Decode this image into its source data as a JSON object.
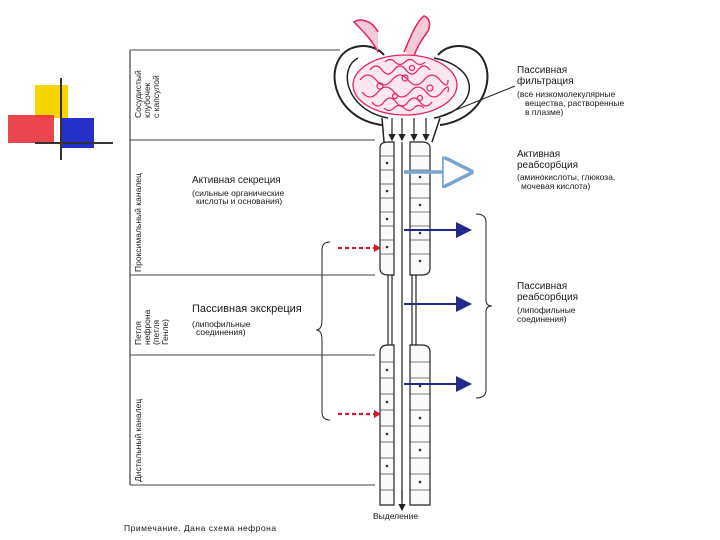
{
  "section_labels": {
    "glomerulus": [
      "Сосудистый",
      "клубочек",
      "с капсулой"
    ],
    "proximal": "Проксимальный каналец",
    "loop": [
      "Петля",
      "нефрона",
      "(петля",
      "Генле)"
    ],
    "distal": "Дистальный каналец"
  },
  "annotations": {
    "passive_filtration": {
      "title": [
        "Пассивная",
        "фильтрация"
      ],
      "detail": [
        "(все низкомолекулярные",
        "вещества, растворенные",
        "в плазме)"
      ]
    },
    "active_reabsorption": {
      "title": [
        "Активная",
        "реабсорбция"
      ],
      "detail": [
        "(аминокислоты, глюкоза,",
        "мочевая кислота)"
      ]
    },
    "active_secretion": {
      "title": "Активная секреция",
      "detail": [
        "(сильные органические",
        "кислоты и основания)"
      ]
    },
    "passive_reabsorption": {
      "title": [
        "Пассивная",
        "реабсорбция"
      ],
      "detail": [
        "(липофильные",
        "соединения)"
      ]
    },
    "passive_excretion": {
      "title": "Пассивная экскреция",
      "detail": [
        "(липофильные",
        "соединения)"
      ]
    }
  },
  "excretion_label": "Выделение",
  "note": "Примечание. Дана схема нефрона",
  "colors": {
    "vessel_red": "#e0245e",
    "blue_arrow": "#1f2a8c",
    "light_blue_arrow": "#8fb6e0",
    "red_dashed": "#cc1a2e",
    "deco_yellow": "#f5d400",
    "deco_red": "#e8323c",
    "deco_blue": "#2430c8"
  }
}
